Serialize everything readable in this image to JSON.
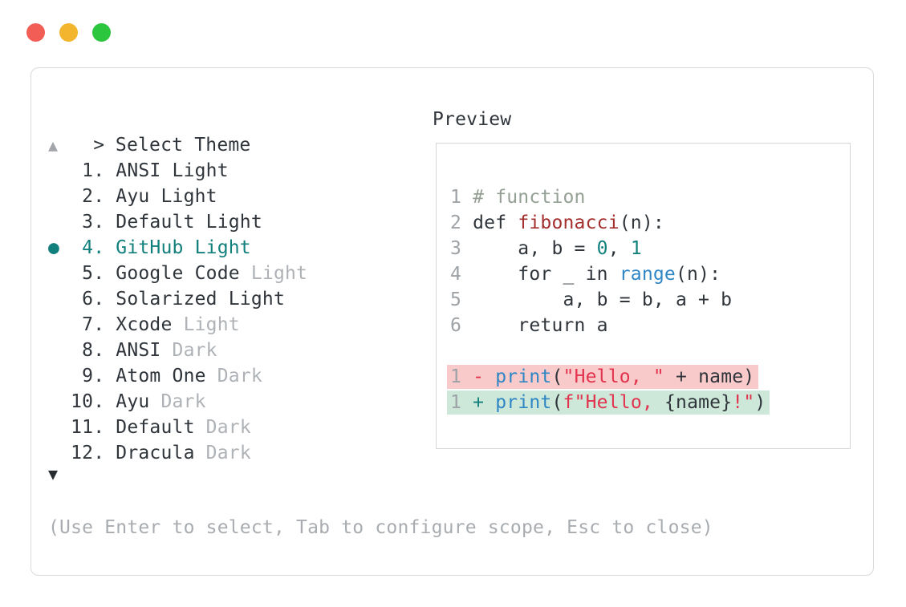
{
  "window_controls": {
    "buttons": [
      {
        "name": "close",
        "color": "#f25e56"
      },
      {
        "name": "minimize",
        "color": "#f2b52d"
      },
      {
        "name": "maximize",
        "color": "#2cc53e"
      }
    ]
  },
  "picker": {
    "prompt_caret": ">",
    "title": "Select Theme",
    "scroll_up": "▲",
    "scroll_down": "▼",
    "items": [
      {
        "marker": " ",
        "number": "1.",
        "name": "ANSI Light",
        "suffix": "",
        "selected": false
      },
      {
        "marker": " ",
        "number": "2.",
        "name": "Ayu Light",
        "suffix": "",
        "selected": false
      },
      {
        "marker": " ",
        "number": "3.",
        "name": "Default Light",
        "suffix": "",
        "selected": false
      },
      {
        "marker": "●",
        "number": "4.",
        "name": "GitHub Light",
        "suffix": "",
        "selected": true
      },
      {
        "marker": " ",
        "number": "5.",
        "name": "Google Code",
        "suffix": "Light",
        "selected": false
      },
      {
        "marker": " ",
        "number": "6.",
        "name": "Solarized Light",
        "suffix": "",
        "selected": false
      },
      {
        "marker": " ",
        "number": "7.",
        "name": "Xcode",
        "suffix": "Light",
        "selected": false
      },
      {
        "marker": " ",
        "number": "8.",
        "name": "ANSI",
        "suffix": "Dark",
        "selected": false
      },
      {
        "marker": " ",
        "number": "9.",
        "name": "Atom One",
        "suffix": "Dark",
        "selected": false
      },
      {
        "marker": " ",
        "number": "10.",
        "name": "Ayu",
        "suffix": "Dark",
        "selected": false
      },
      {
        "marker": " ",
        "number": "11.",
        "name": "Default",
        "suffix": "Dark",
        "selected": false
      },
      {
        "marker": " ",
        "number": "12.",
        "name": "Dracula",
        "suffix": "Dark",
        "selected": false
      }
    ],
    "hint": "(Use Enter to select, Tab to configure scope, Esc to close)"
  },
  "preview": {
    "label": "Preview",
    "code_lines": [
      {
        "row": 0,
        "tokens": [
          {
            "c": "lnum",
            "t": "1 "
          },
          {
            "c": "comment",
            "t": "# function"
          }
        ]
      },
      {
        "row": 1,
        "tokens": [
          {
            "c": "lnum",
            "t": "2 "
          },
          {
            "c": "plain",
            "t": "def "
          },
          {
            "c": "func",
            "t": "fibonacci"
          },
          {
            "c": "plain",
            "t": "(n):"
          }
        ]
      },
      {
        "row": 2,
        "tokens": [
          {
            "c": "lnum",
            "t": "3 "
          },
          {
            "c": "plain",
            "t": "    a, b = "
          },
          {
            "c": "num",
            "t": "0"
          },
          {
            "c": "plain",
            "t": ", "
          },
          {
            "c": "num",
            "t": "1"
          }
        ]
      },
      {
        "row": 3,
        "tokens": [
          {
            "c": "lnum",
            "t": "4 "
          },
          {
            "c": "plain",
            "t": "    for _ in "
          },
          {
            "c": "builtin",
            "t": "range"
          },
          {
            "c": "plain",
            "t": "(n):"
          }
        ]
      },
      {
        "row": 4,
        "tokens": [
          {
            "c": "lnum",
            "t": "5 "
          },
          {
            "c": "plain",
            "t": "        a, b = b, a + b"
          }
        ]
      },
      {
        "row": 5,
        "tokens": [
          {
            "c": "lnum",
            "t": "6 "
          },
          {
            "c": "plain",
            "t": "    return a"
          }
        ]
      },
      {
        "row": 7,
        "bg": "removed",
        "tokens": [
          {
            "c": "lnum",
            "t": "1 "
          },
          {
            "c": "minus",
            "t": "- "
          },
          {
            "c": "builtin",
            "t": "print"
          },
          {
            "c": "plain",
            "t": "("
          },
          {
            "c": "string",
            "t": "\"Hello, \""
          },
          {
            "c": "plain",
            "t": " + name)"
          }
        ]
      },
      {
        "row": 8,
        "bg": "added",
        "tokens": [
          {
            "c": "lnum",
            "t": "1 "
          },
          {
            "c": "plus",
            "t": "+ "
          },
          {
            "c": "builtin",
            "t": "print"
          },
          {
            "c": "plain",
            "t": "("
          },
          {
            "c": "string",
            "t": "f\"Hello, "
          },
          {
            "c": "plain",
            "t": "{name}"
          },
          {
            "c": "string",
            "t": "!\""
          },
          {
            "c": "plain",
            "t": ")"
          }
        ]
      }
    ]
  },
  "colors": {
    "accent_selected": "#11807c",
    "text": "#2f353b",
    "muted": "#aeb2b6",
    "hint": "#a8acb0",
    "line_number": "#9da2a6",
    "comment": "#95a095",
    "function_name": "#a32f2f",
    "builtin": "#2f86c5",
    "number_literal": "#11807c",
    "string": "#e2334e",
    "diff_removed_bg": "#f9caca",
    "diff_added_bg": "#cde8d8",
    "panel_border": "#d9dadc"
  }
}
